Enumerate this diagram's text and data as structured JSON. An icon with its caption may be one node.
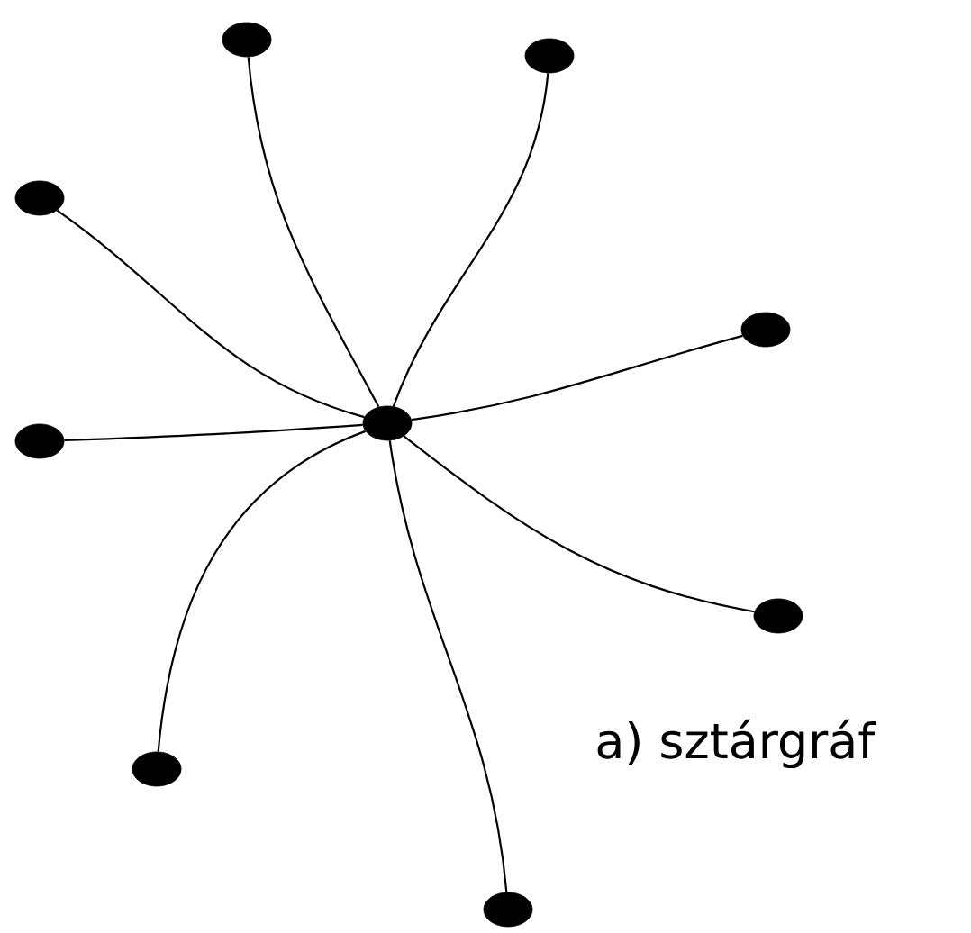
{
  "diagram": {
    "caption": "a) sztárgráf",
    "nodes": [
      {
        "text": [],
        "shape": "circle"
      },
      {
        "text": [],
        "shape": "circle"
      },
      {
        "text": [],
        "shape": "circle"
      },
      {
        "text": [],
        "shape": "circle"
      },
      {
        "text": [],
        "shape": "circle"
      },
      {
        "text": [],
        "shape": "circle"
      },
      {
        "text": [],
        "shape": "circle"
      },
      {
        "text": [],
        "shape": "circle"
      },
      {
        "text": [],
        "shape": "circle"
      }
    ],
    "edges": [
      {
        "from": 4,
        "to": 0,
        "arrow": "none"
      },
      {
        "from": 4,
        "to": 1,
        "arrow": "none"
      },
      {
        "from": 4,
        "to": 2,
        "arrow": "none"
      },
      {
        "from": 4,
        "to": 3,
        "arrow": "none"
      },
      {
        "from": 4,
        "to": 5,
        "arrow": "none"
      },
      {
        "from": 4,
        "to": 6,
        "arrow": "none"
      },
      {
        "from": 4,
        "to": 7,
        "arrow": "none"
      },
      {
        "from": 4,
        "to": 8,
        "arrow": "none"
      }
    ]
  }
}
